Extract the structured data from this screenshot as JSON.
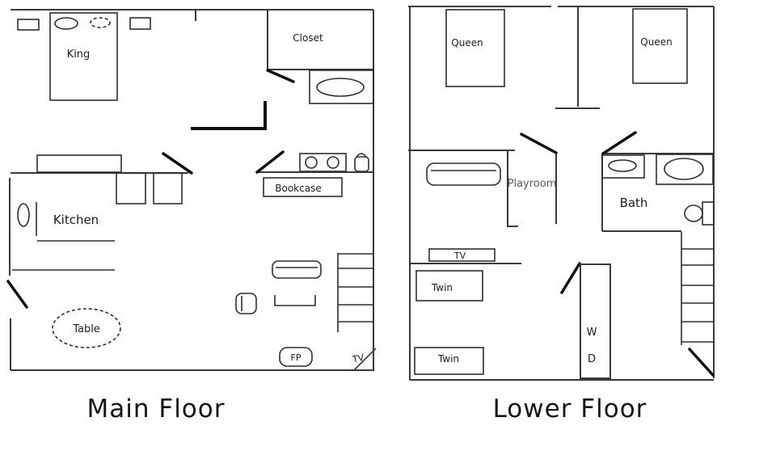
{
  "main_floor": {
    "caption": "Main Floor",
    "labels": {
      "king_bed": "King",
      "closet": "Closet",
      "bookcase": "Bookcase",
      "kitchen": "Kitchen",
      "table": "Table",
      "fireplace": "FP",
      "tv": "TV"
    }
  },
  "lower_floor": {
    "caption": "Lower Floor",
    "labels": {
      "queen_bed_left": "Queen",
      "queen_bed_right": "Queen",
      "playroom": "Playroom",
      "bath": "Bath",
      "tv": "TV",
      "twin_bed_top": "Twin",
      "twin_bed_bottom": "Twin",
      "washer": "W",
      "dryer": "D"
    }
  },
  "colors": {
    "background": "#ffffff",
    "wall_line": "#3a3a3a",
    "bold_line": "#101010",
    "label_ink": "#1c1c1c",
    "muted_label": "#5a5a5a"
  }
}
